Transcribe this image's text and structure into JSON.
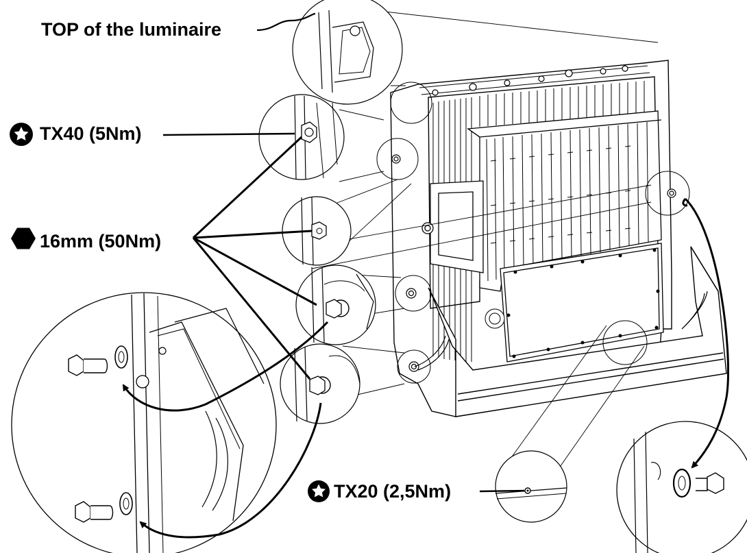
{
  "labels": {
    "top": "TOP of the luminaire",
    "tx40": "TX40 (5Nm)",
    "hex16": "16mm (50Nm)",
    "tx20": "TX20 (2,5Nm)"
  },
  "icons": {
    "torx": "torx-star-icon",
    "hex": "hexagon-nut-icon"
  },
  "colors": {
    "line": "#000000",
    "background": "#ffffff"
  }
}
